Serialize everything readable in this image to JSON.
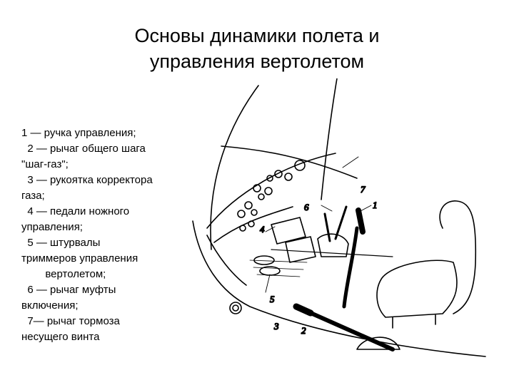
{
  "slide": {
    "title_line1": "Основы динамики полета и",
    "title_line2": "управления вертолетом",
    "legend_lines": [
      "1 — ручка управления;",
      "  2 — рычаг общего шага",
      "\"шаг-газ\";",
      "  3 — рукоятка корректора",
      "газа;",
      "  4 — педали ножного",
      "управления;",
      "  5 — штурвалы",
      "триммеров управления",
      "        вертолетом;",
      "  6 — рычаг муфты",
      "включения;",
      "  7— рычаг тормоза",
      "несущего винта"
    ]
  },
  "diagram": {
    "labels": {
      "l1": "1",
      "l2": "2",
      "l3": "3",
      "l4": "4",
      "l5": "5",
      "l6": "6",
      "l7": "7"
    }
  }
}
